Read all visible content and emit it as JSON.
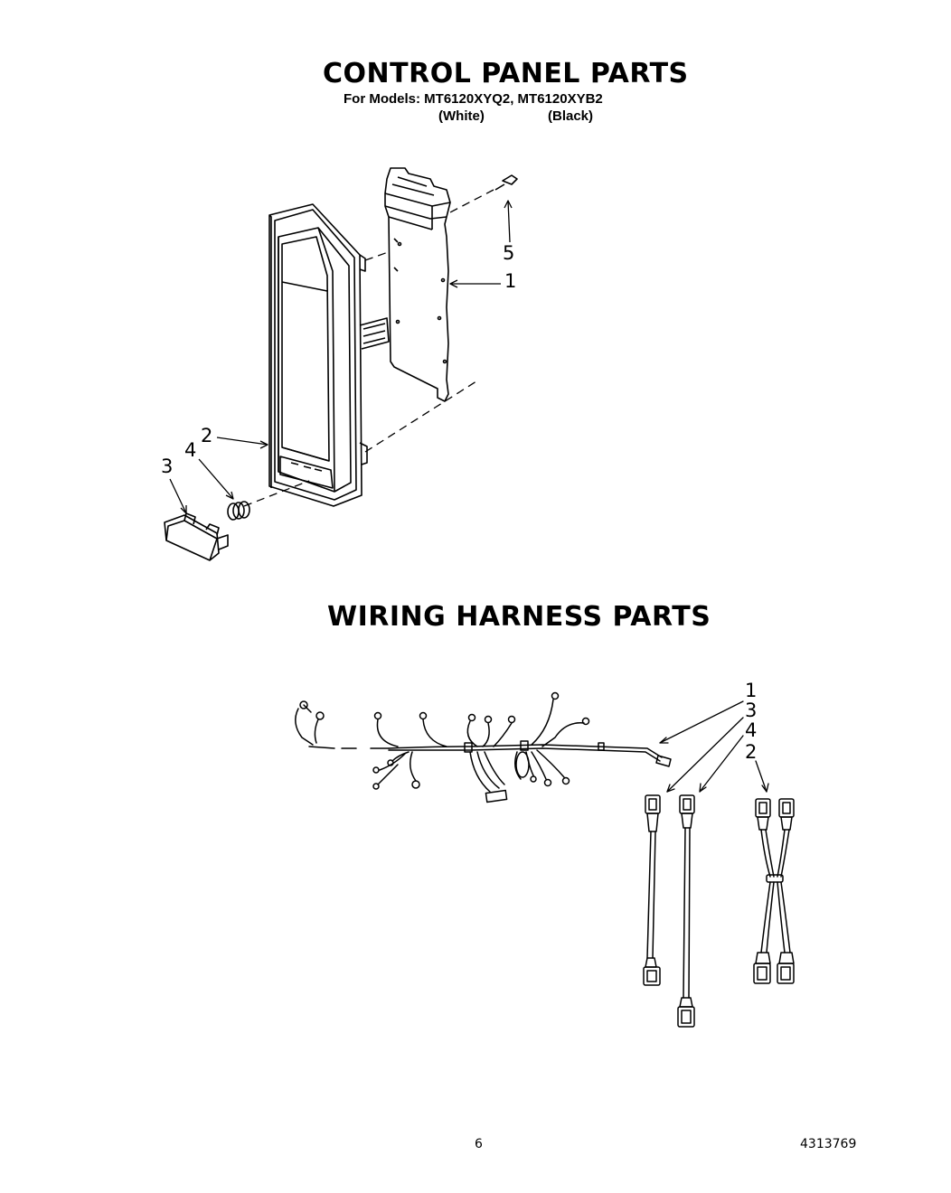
{
  "control_panel": {
    "title": "CONTROL PANEL PARTS",
    "models_line": "For Models: MT6120XYQ2, MT6120XYB2",
    "color_white": "(White)",
    "color_black": "(Black)",
    "callouts": [
      "1",
      "2",
      "3",
      "4",
      "5"
    ]
  },
  "wiring_harness": {
    "title": "WIRING HARNESS PARTS",
    "callouts": [
      "1",
      "3",
      "4",
      "2"
    ]
  },
  "footer": {
    "page_number": "6",
    "doc_number": "4313769"
  }
}
